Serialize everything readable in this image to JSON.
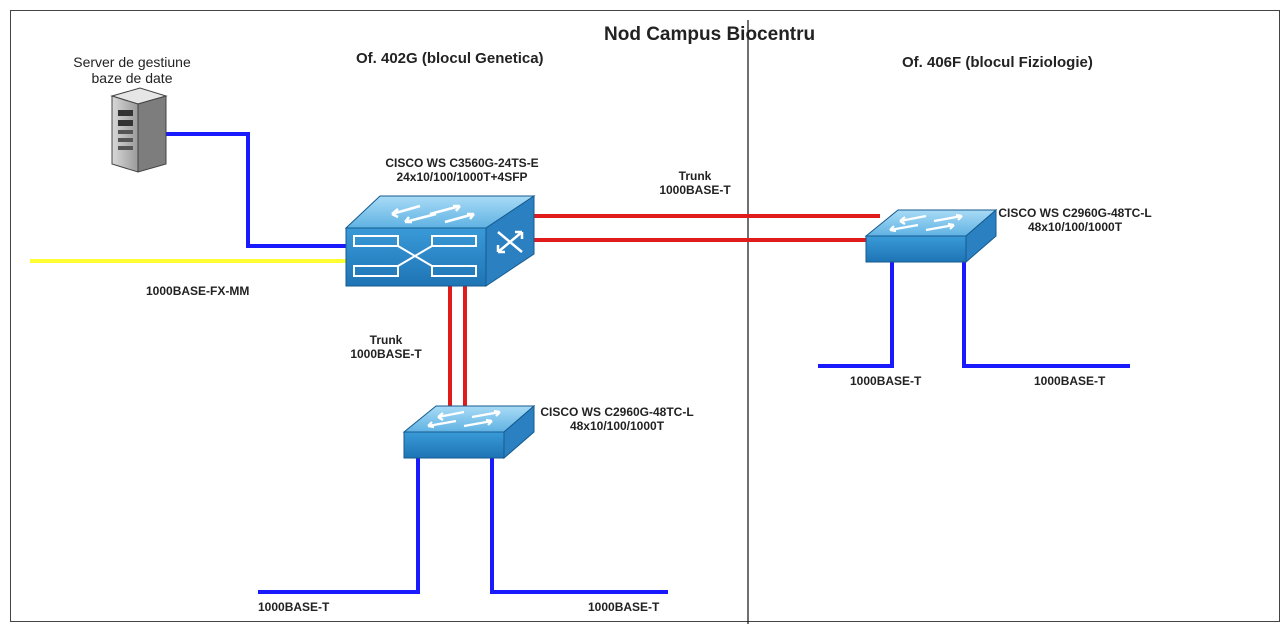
{
  "title": "Nod Campus Biocentru",
  "zones": {
    "left": "Of. 402G (blocul Genetica)",
    "right": "Of. 406F (blocul Fiziologie)"
  },
  "server": {
    "label_line1": "Server de gestiune",
    "label_line2": "baze de date"
  },
  "core_switch": {
    "model": "CISCO WS C3560G-24TS-E",
    "ports": "24x10/100/1000T+4SFP"
  },
  "access_switch_right": {
    "model": "CISCO WS C2960G-48TC-L",
    "ports": "48x10/100/1000T"
  },
  "access_switch_bottom": {
    "model": "CISCO WS C2960G-48TC-L",
    "ports": "48x10/100/1000T"
  },
  "links": {
    "trunk_right": {
      "line1": "Trunk",
      "line2": "1000BASE-T"
    },
    "trunk_bottom": {
      "line1": "Trunk",
      "line2": "1000BASE-T"
    },
    "fiber": "1000BASE-FX-MM",
    "right_left_port": "1000BASE-T",
    "right_right_port": "1000BASE-T",
    "bottom_left_port": "1000BASE-T",
    "bottom_right_port": "1000BASE-T"
  },
  "colors": {
    "ethernet": "#1a1aff",
    "trunk": "#e01b1b",
    "fiber": "#ffff33",
    "switch_face": "#2f8fd0",
    "switch_top": "#7cc4ee"
  }
}
